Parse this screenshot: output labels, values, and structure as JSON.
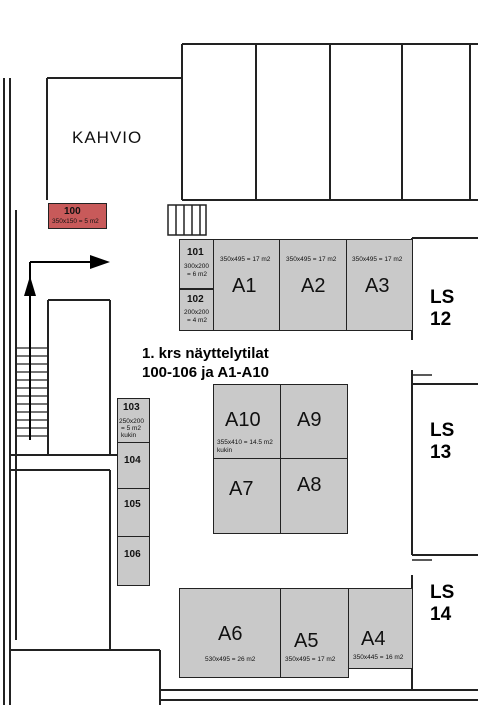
{
  "cafe": {
    "label": "KAHVIO"
  },
  "title": {
    "line1": "1. krs näyttelytilat",
    "line2": "100-106 ja A1-A10"
  },
  "lifts": [
    {
      "name": "LS",
      "number": "12"
    },
    {
      "name": "LS",
      "number": "13"
    },
    {
      "name": "LS",
      "number": "14"
    }
  ],
  "rooms": {
    "r100": {
      "number": "100",
      "size": "350x150 = 5 m2",
      "color": "#c85a5a"
    },
    "r101": {
      "number": "101",
      "size_line1": "300x200",
      "size_line2": "= 6 m2"
    },
    "r102": {
      "number": "102",
      "size_line1": "200x200",
      "size_line2": "= 4 m2"
    },
    "r103": {
      "number": "103",
      "size_line1": "250x200",
      "size_line2": "= 5 m2",
      "note": "kukin"
    },
    "r104": {
      "number": "104"
    },
    "r105": {
      "number": "105"
    },
    "r106": {
      "number": "106"
    },
    "a1": {
      "number": "A1",
      "size": "350x495 = 17 m2"
    },
    "a2": {
      "number": "A2",
      "size": "350x495 = 17 m2"
    },
    "a3": {
      "number": "A3",
      "size": "350x495 = 17 m2"
    },
    "a4": {
      "number": "A4",
      "size": "350x445 = 16 m2"
    },
    "a5": {
      "number": "A5",
      "size": "350x495 = 17 m2"
    },
    "a6": {
      "number": "A6",
      "size": "530x495 = 26 m2"
    },
    "a7": {
      "number": "A7"
    },
    "a8": {
      "number": "A8"
    },
    "a9": {
      "number": "A9"
    },
    "a10": {
      "number": "A10",
      "size": "355x410 = 14.5 m2",
      "note": "kukin"
    }
  },
  "colors": {
    "booth": "#c9c9c9",
    "highlight": "#c85a5a",
    "wall": "#222222"
  }
}
